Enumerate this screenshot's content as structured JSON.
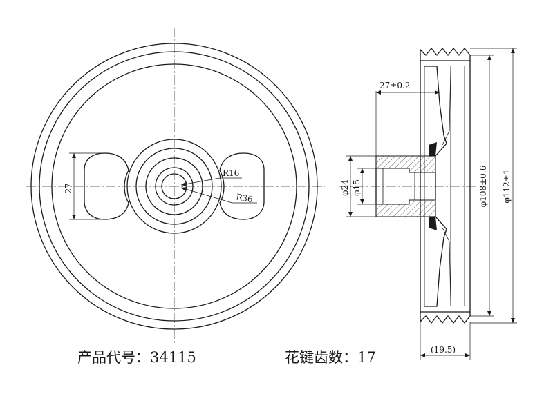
{
  "dimensions": {
    "slot_width": "27",
    "inner_radius": "R16",
    "outer_radius": "R36",
    "hub_width": "27±0.2",
    "hub_outer_dia": "φ24",
    "bore_dia": "φ15",
    "groove_dia": "φ108±0.6",
    "outer_dia": "φ112±1",
    "total_width": "(19.5)"
  },
  "caption": {
    "product_code_label": "产品代号：",
    "product_code": "34115",
    "spline_label": "花键齿数：",
    "spline_count": "17"
  }
}
